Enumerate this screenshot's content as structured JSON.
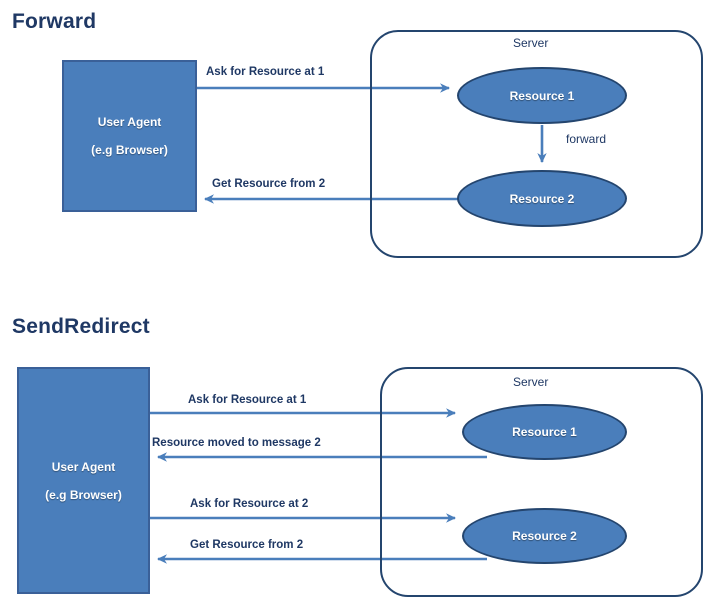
{
  "diagram": {
    "accent_blue": "#4a7ebb",
    "border_blue": "#24456e",
    "text_navy": "#1f3864",
    "line_blue": "#4a7ebb",
    "background": "#ffffff"
  },
  "sections": [
    {
      "id": "forward",
      "title": "Forward",
      "user_agent": {
        "line1": "User Agent",
        "line2": "(e.g Browser)"
      },
      "server": {
        "label": "Server",
        "resources": [
          {
            "label": "Resource 1"
          },
          {
            "label": "Resource 2"
          }
        ],
        "internal_arrow_label": "forward"
      },
      "flows": [
        {
          "label": "Ask for Resource at 1",
          "direction": "right"
        },
        {
          "label": "Get Resource from 2",
          "direction": "left"
        }
      ]
    },
    {
      "id": "sendredirect",
      "title": "SendRedirect",
      "user_agent": {
        "line1": "User Agent",
        "line2": "(e.g Browser)"
      },
      "server": {
        "label": "Server",
        "resources": [
          {
            "label": "Resource 1"
          },
          {
            "label": "Resource 2"
          }
        ]
      },
      "flows": [
        {
          "label": "Ask for Resource at 1",
          "direction": "right"
        },
        {
          "label": "Resource moved to message 2",
          "direction": "left"
        },
        {
          "label": "Ask for Resource at 2",
          "direction": "right"
        },
        {
          "label": "Get Resource from 2",
          "direction": "left"
        }
      ]
    }
  ]
}
